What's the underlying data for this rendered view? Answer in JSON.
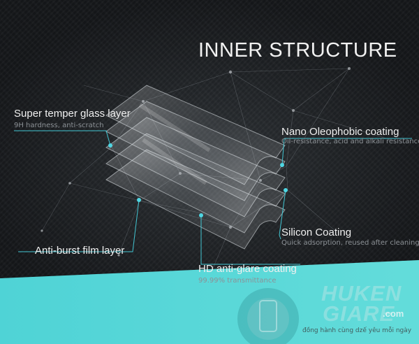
{
  "title": "INNER STRUCTURE",
  "layers": [
    {
      "name": "Super temper glass layer",
      "description": "9H hardness, anti-scratch"
    },
    {
      "name": "Nano Oleophobic coating",
      "description": "Oil-resistance, acid and alkali resistance"
    },
    {
      "name": "Silicon Coating",
      "description": "Quick adsorption, reused after cleaning."
    },
    {
      "name": "Anti-burst film layer",
      "description": ""
    },
    {
      "name": "HD anti-glare coating",
      "description": "99.99% transmittance"
    }
  ],
  "watermark": {
    "brand_top": "HUKEN",
    "brand_bottom": "GIARE",
    "domain": ".com",
    "slogan": "đồng hành cùng dzế yêu mỗi ngày"
  },
  "colors": {
    "background": "#1c1f22",
    "accent": "#4fd6e2",
    "callout_line": "#43c7d4",
    "cyan_band": "#5ed8d6"
  }
}
